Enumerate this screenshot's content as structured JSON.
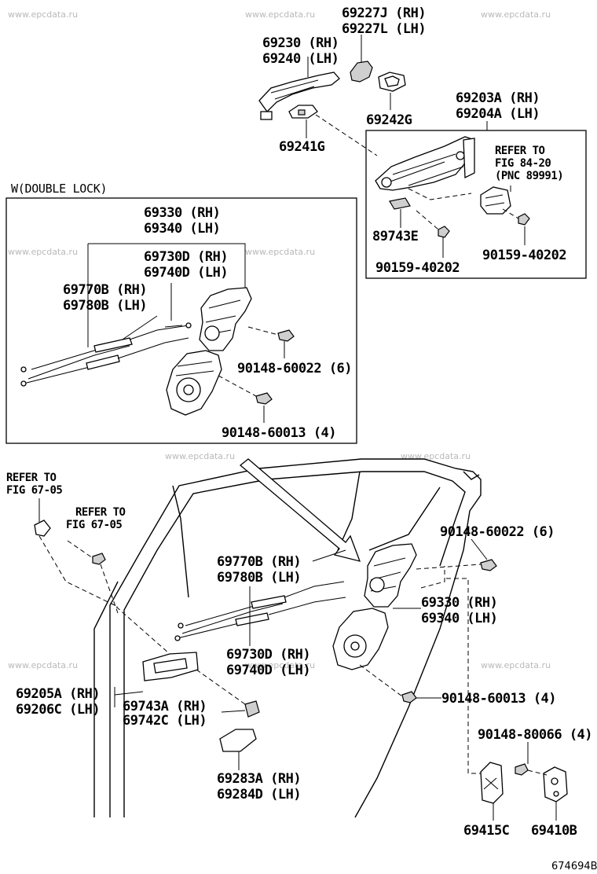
{
  "watermarks": [
    "www.epcdata.ru"
  ],
  "inset_titles": {
    "double_lock": "W(DOUBLE LOCK)"
  },
  "labels": {
    "p69227j": "69227J (RH)",
    "p69227l": "69227L (LH)",
    "p69230": "69230 (RH)",
    "p69240": "69240 (LH)",
    "p69242g": "69242G",
    "p69241g": "69241G",
    "p69203a": "69203A (RH)",
    "p69204a": "69204A (LH)",
    "ref_fig84_1": "REFER TO",
    "ref_fig84_2": "FIG 84-20",
    "ref_fig84_3": "(PNC 89991)",
    "p89743e": "89743E",
    "p90159_a": "90159-40202",
    "p90159_b": "90159-40202",
    "p69330_top": "69330 (RH)",
    "p69340_top": "69340 (LH)",
    "p69730d_top": "69730D (RH)",
    "p69740d_top": "69740D (LH)",
    "p69770b_top": "69770B (RH)",
    "p69780b_top": "69780B (LH)",
    "p90148_60022_top": "90148-60022 (6)",
    "p90148_60013_top": "90148-60013 (4)",
    "ref_fig67_a1": "REFER TO",
    "ref_fig67_a2": "FIG 67-05",
    "ref_fig67_b1": "REFER TO",
    "ref_fig67_b2": "FIG 67-05",
    "p90148_60022_bot": "90148-60022 (6)",
    "p69770b_bot": "69770B (RH)",
    "p69780b_bot": "69780B (LH)",
    "p69330_bot": "69330 (RH)",
    "p69340_bot": "69340 (LH)",
    "p69730d_bot": "69730D (RH)",
    "p69740d_bot": "69740D (LH)",
    "p69205a": "69205A (RH)",
    "p69206c": "69206C (LH)",
    "p69743a": "69743A (RH)",
    "p69742c": "69742C (LH)",
    "p90148_60013_bot": "90148-60013 (4)",
    "p90148_80066": "90148-80066 (4)",
    "p69283a": "69283A (RH)",
    "p69284d": "69284D (LH)",
    "p69415c": "69415C",
    "p69410b": "69410B"
  },
  "caption": "674694B"
}
